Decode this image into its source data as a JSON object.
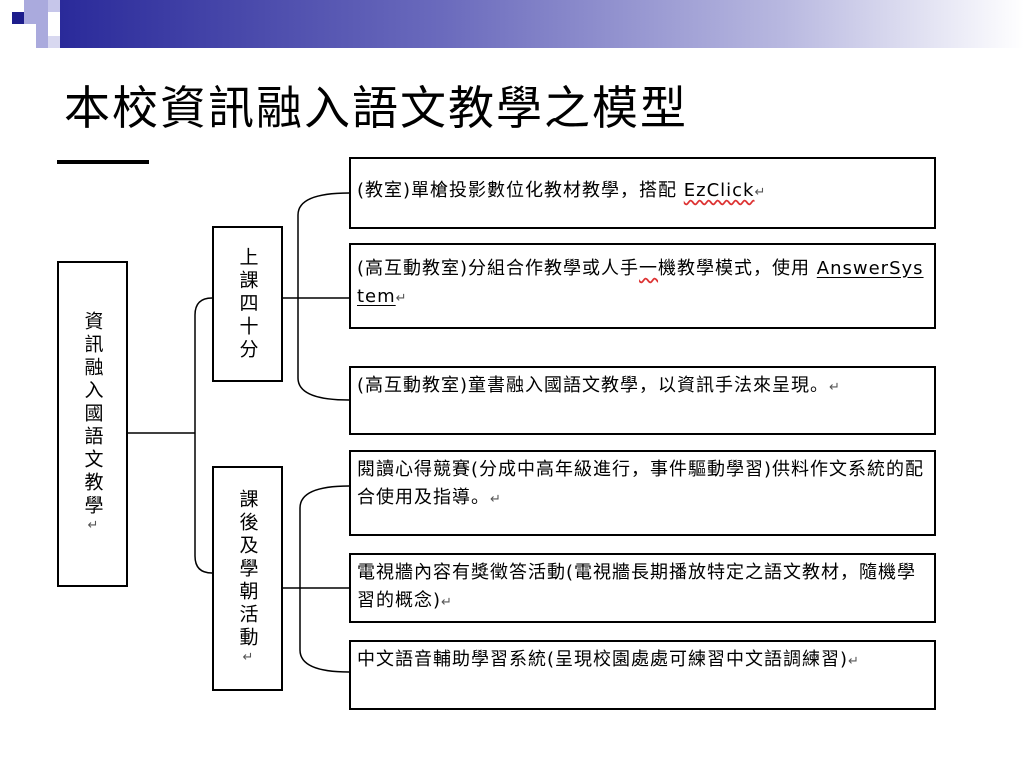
{
  "title": "本校資訊融入語文教學之模型",
  "root": {
    "label": "資訊融入國語文教學",
    "mark": "↵"
  },
  "branch_class": {
    "label": "上課四十分"
  },
  "branch_after": {
    "label": "課後及學朝活動",
    "mark": "↵"
  },
  "items": [
    {
      "pre": "(教室)單槍投影數位化教材教學，搭配 ",
      "link": "EzClick",
      "post": "",
      "mark": "↵"
    },
    {
      "pre": "(高互動教室)分組合作教學或人手",
      "dash": "一",
      "mid": "機教學模式，使用 ",
      "link": "AnswerSystem",
      "post": "",
      "mark": "↵"
    },
    {
      "pre": "(高互動教室)童書融入國語文教學，以資訊手法來呈現。",
      "mark": "↵"
    },
    {
      "pre": "閱讀心得競賽(分成中高年級進行，事件驅動學習)供料作文系統的配合使用及指導。",
      "mark": "↵"
    },
    {
      "pre": "電視牆內容有獎徵答活動(電視牆長期播放特定之語文教材，隨機學習的概念)",
      "mark": "↵"
    },
    {
      "pre": "中文語音輔助學習系統(呈現校園處處可練習中文語調練習)",
      "mark": "↵"
    }
  ]
}
